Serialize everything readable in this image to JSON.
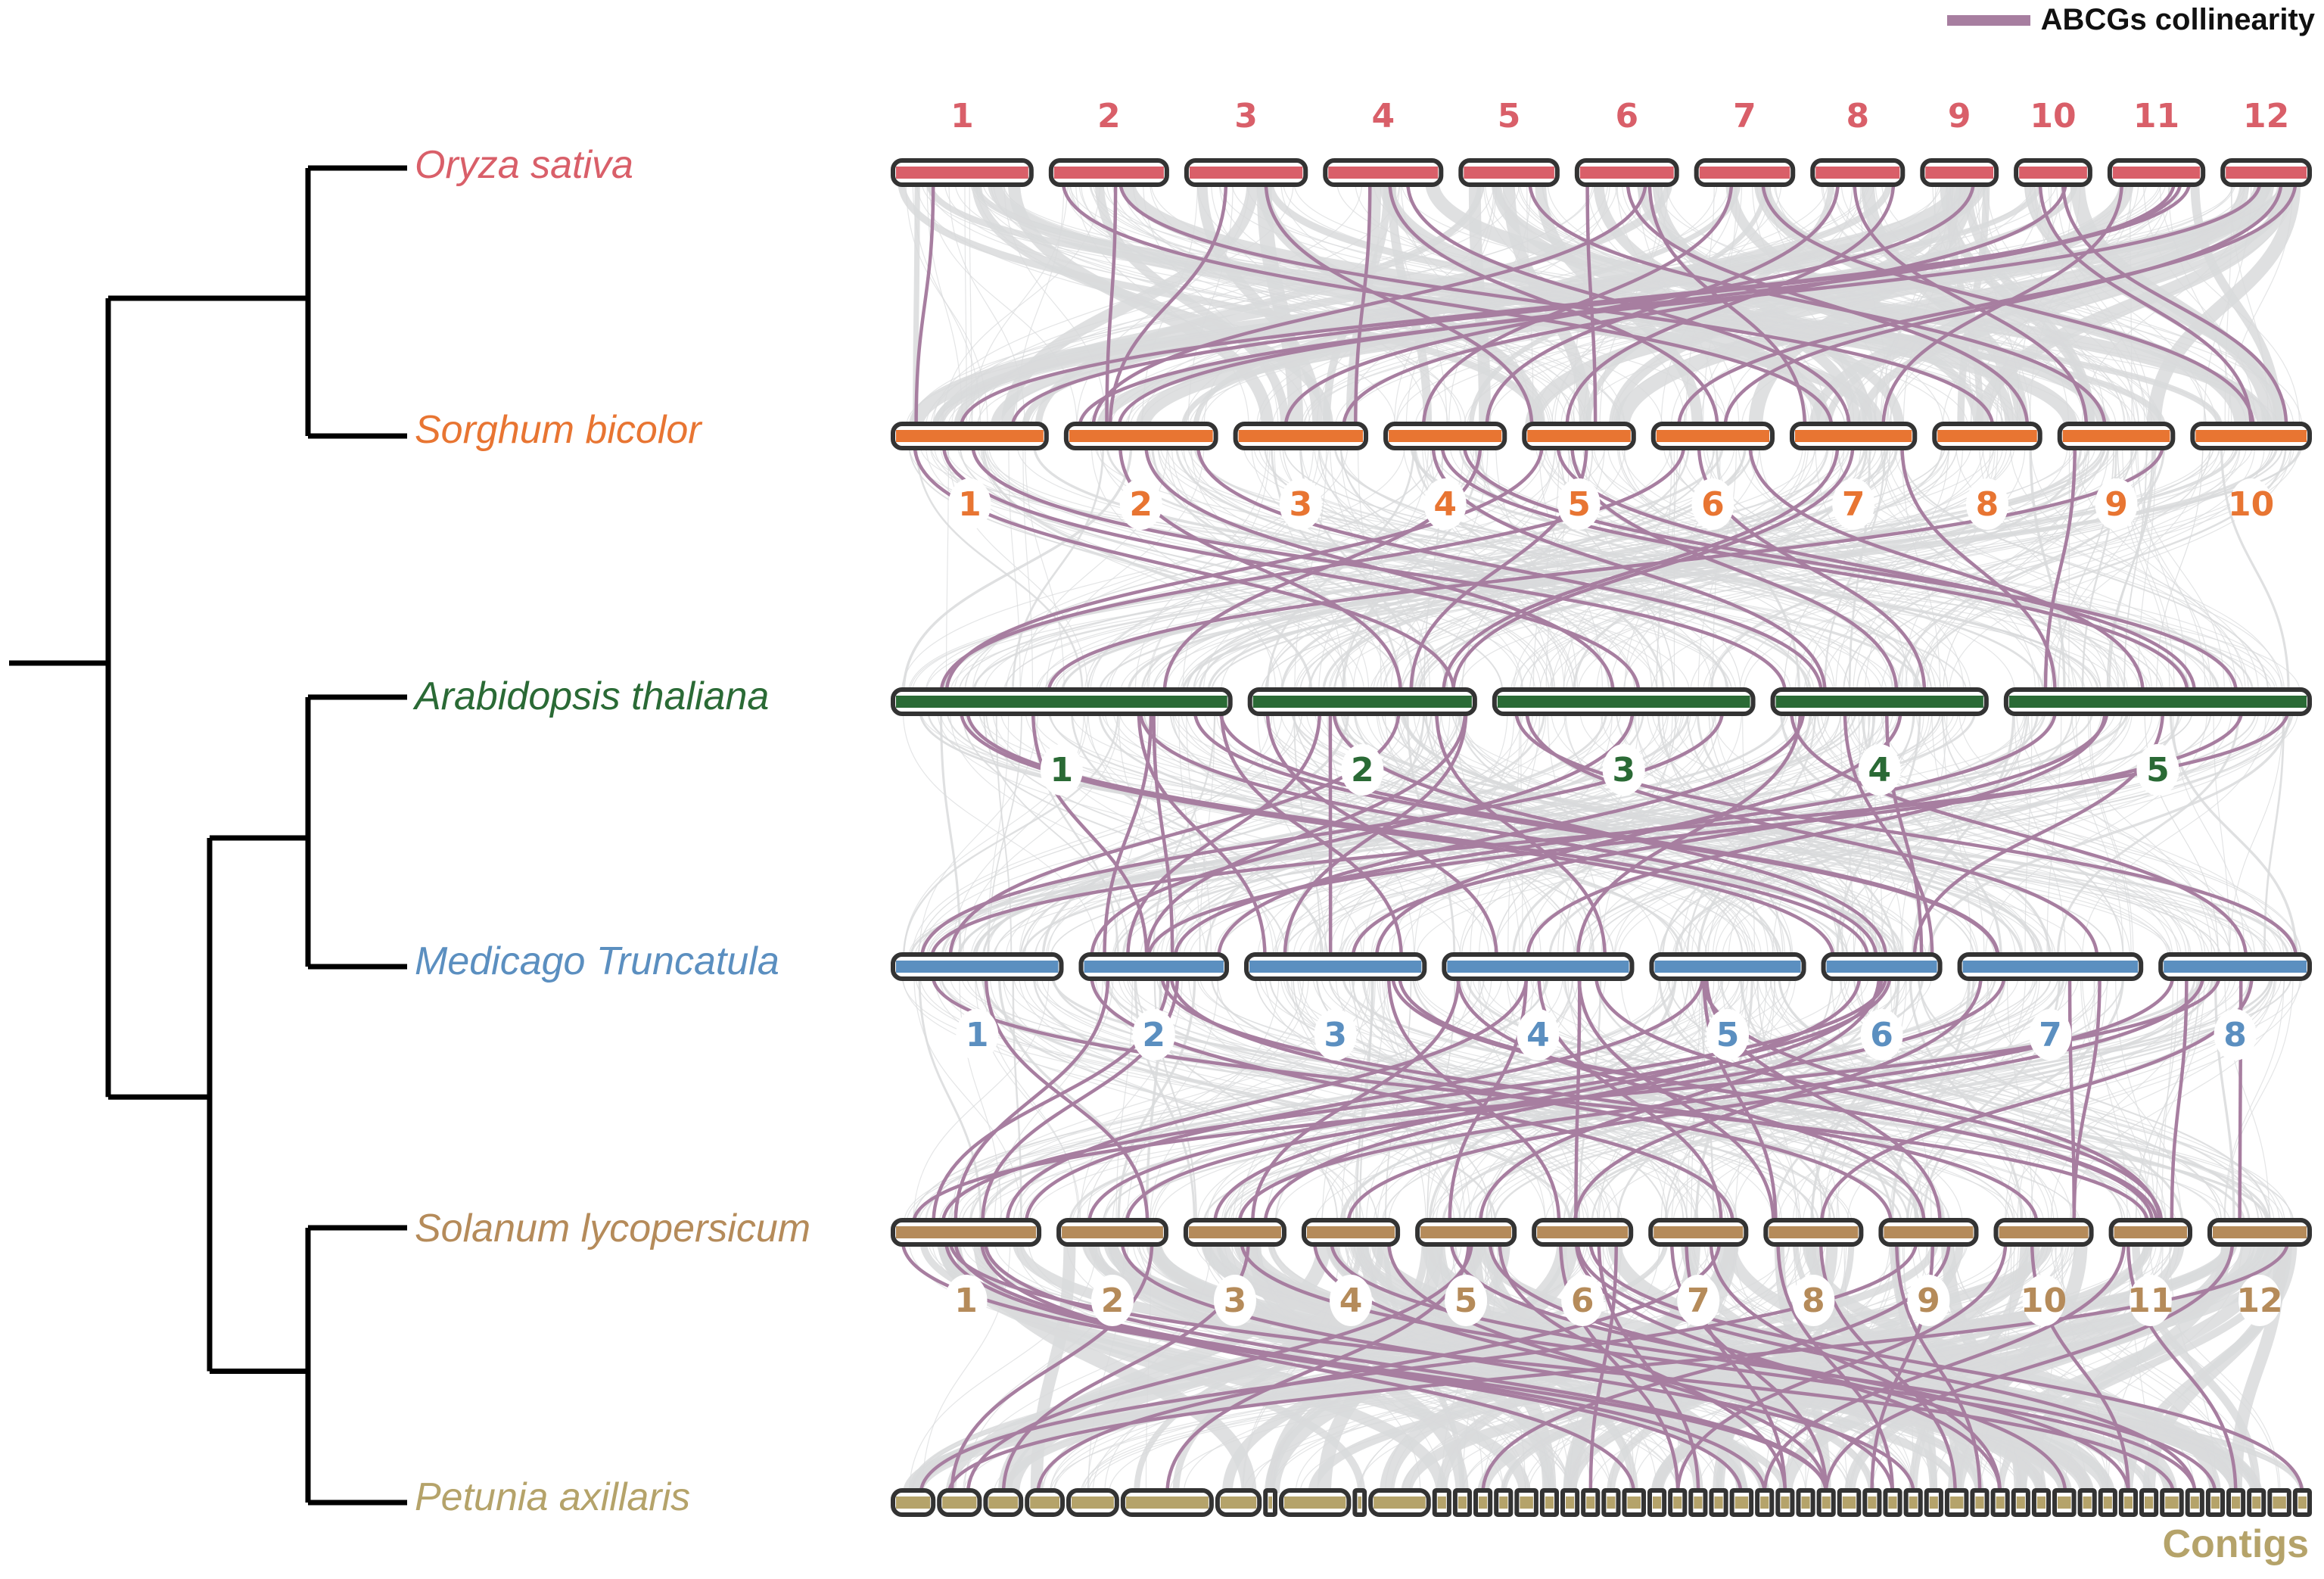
{
  "legend": {
    "label": "ABCGs collinearity",
    "color": "#a77ea0"
  },
  "background_link_color": "#d9dadc",
  "highlight_link_color": "#a77ea0",
  "tree": {
    "topology": "((Oryza sativa,Sorghum bicolor),((Arabidopsis thaliana,Medicago Truncatula),(Solanum lycopersicum,Petunia axillaris)))"
  },
  "species": [
    {
      "name": "Oryza sativa",
      "color": "#d95f69",
      "label_position": "above",
      "chromosomes": [
        "1",
        "2",
        "3",
        "4",
        "5",
        "6",
        "7",
        "8",
        "9",
        "10",
        "11",
        "12"
      ],
      "relative_lengths": [
        43,
        36,
        37,
        36,
        30,
        31,
        30,
        28,
        23,
        23,
        29,
        27
      ]
    },
    {
      "name": "Sorghum bicolor",
      "color": "#e87532",
      "label_position": "below",
      "chromosomes": [
        "1",
        "2",
        "3",
        "4",
        "5",
        "6",
        "7",
        "8",
        "9",
        "10"
      ],
      "relative_lengths": [
        80,
        78,
        68,
        62,
        57,
        62,
        64,
        55,
        59,
        61
      ]
    },
    {
      "name": "Arabidopsis thaliana",
      "color": "#2a6a35",
      "label_position": "below",
      "chromosomes": [
        "1",
        "2",
        "3",
        "4",
        "5"
      ],
      "relative_lengths": [
        30,
        20,
        23,
        19,
        27
      ]
    },
    {
      "name": "Medicago Truncatula",
      "color": "#5b8fc0",
      "label_position": "below",
      "chromosomes": [
        "1",
        "2",
        "3",
        "4",
        "5",
        "6",
        "7",
        "8"
      ],
      "relative_lengths": [
        52,
        45,
        55,
        58,
        47,
        36,
        56,
        46
      ]
    },
    {
      "name": "Solanum lycopersicum",
      "color": "#b58b5a",
      "label_position": "below",
      "chromosomes": [
        "1",
        "2",
        "3",
        "4",
        "5",
        "6",
        "7",
        "8",
        "9",
        "10",
        "11",
        "12"
      ],
      "relative_lengths": [
        98,
        72,
        66,
        63,
        65,
        65,
        64,
        64,
        64,
        64,
        53,
        67
      ]
    },
    {
      "name": "Petunia axillaris",
      "color": "#b5a36a",
      "label_position": "none",
      "contigs_label": "Contigs",
      "contig_count": 52
    }
  ]
}
